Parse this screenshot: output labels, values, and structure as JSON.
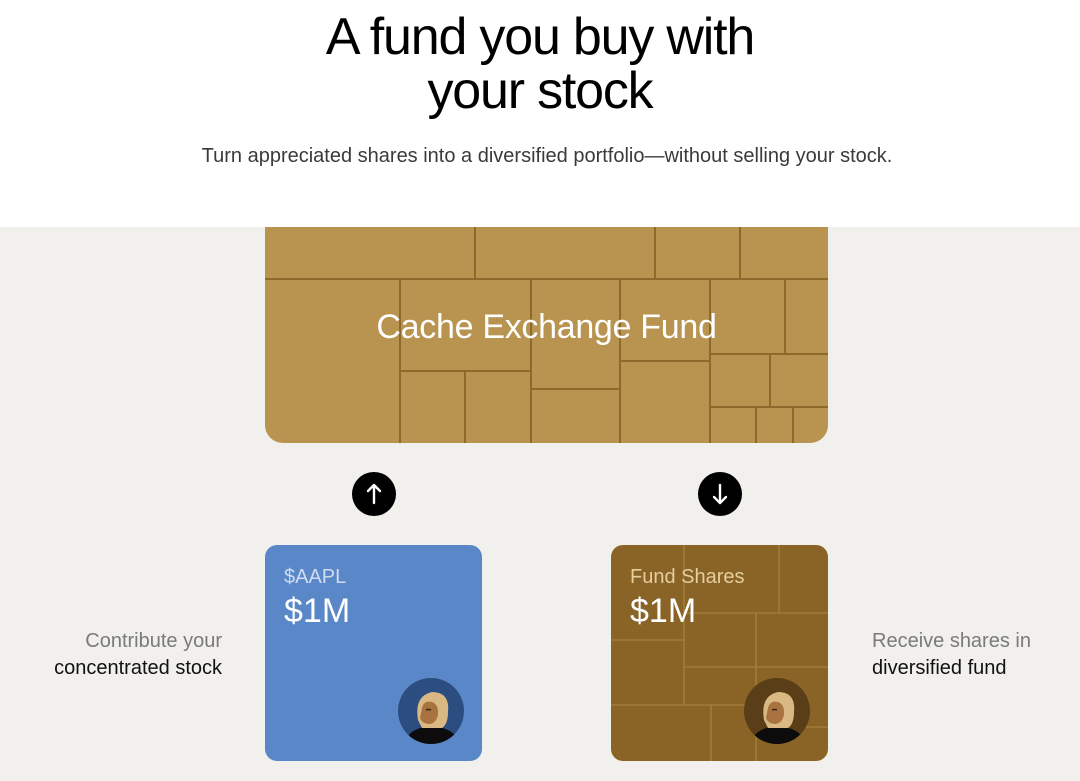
{
  "hero": {
    "title_line1": "A fund you buy with",
    "title_line2": "your stock",
    "subtitle": "Turn appreciated shares into a diversified portfolio—without selling your stock."
  },
  "fund": {
    "name": "Cache Exchange Fund",
    "color": "#b99350"
  },
  "arrows": {
    "contribute_icon": "arrow-up-icon",
    "receive_icon": "arrow-down-icon"
  },
  "stock_card": {
    "label": "$AAPL",
    "value": "$1M",
    "color": "#5a87c8"
  },
  "fund_card": {
    "label": "Fund Shares",
    "value": "$1M",
    "color": "#8a6327"
  },
  "left_caption": {
    "line1": "Contribute your",
    "line2": "concentrated stock"
  },
  "right_caption": {
    "line1": "Receive shares in",
    "line2": "diversified fund"
  },
  "colors": {
    "page_background": "#ffffff",
    "panel_background": "#f1f0ec",
    "accent_black": "#000000"
  }
}
